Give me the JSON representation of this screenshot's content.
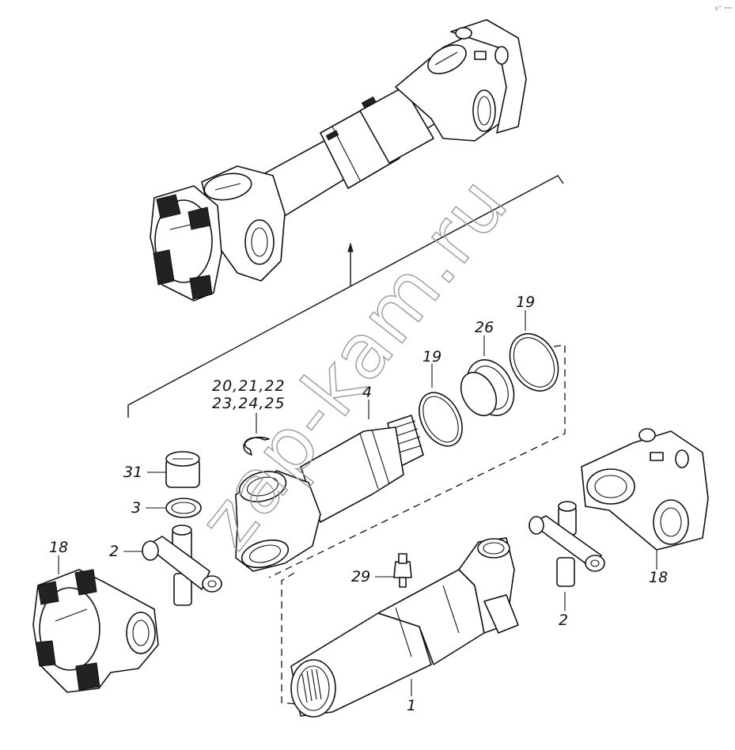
{
  "watermark": "zap-kam.ru",
  "corner_mark": "p^ ==",
  "callouts": {
    "c1": "1",
    "c2_left": "2",
    "c2_right": "2",
    "c3": "3",
    "c4": "4",
    "c18_left": "18",
    "c18_right": "18",
    "c19_a": "19",
    "c19_b": "19",
    "c20_line1": "20,21,22",
    "c20_line2": "23,24,25",
    "c26": "26",
    "c29": "29",
    "c31": "31"
  }
}
